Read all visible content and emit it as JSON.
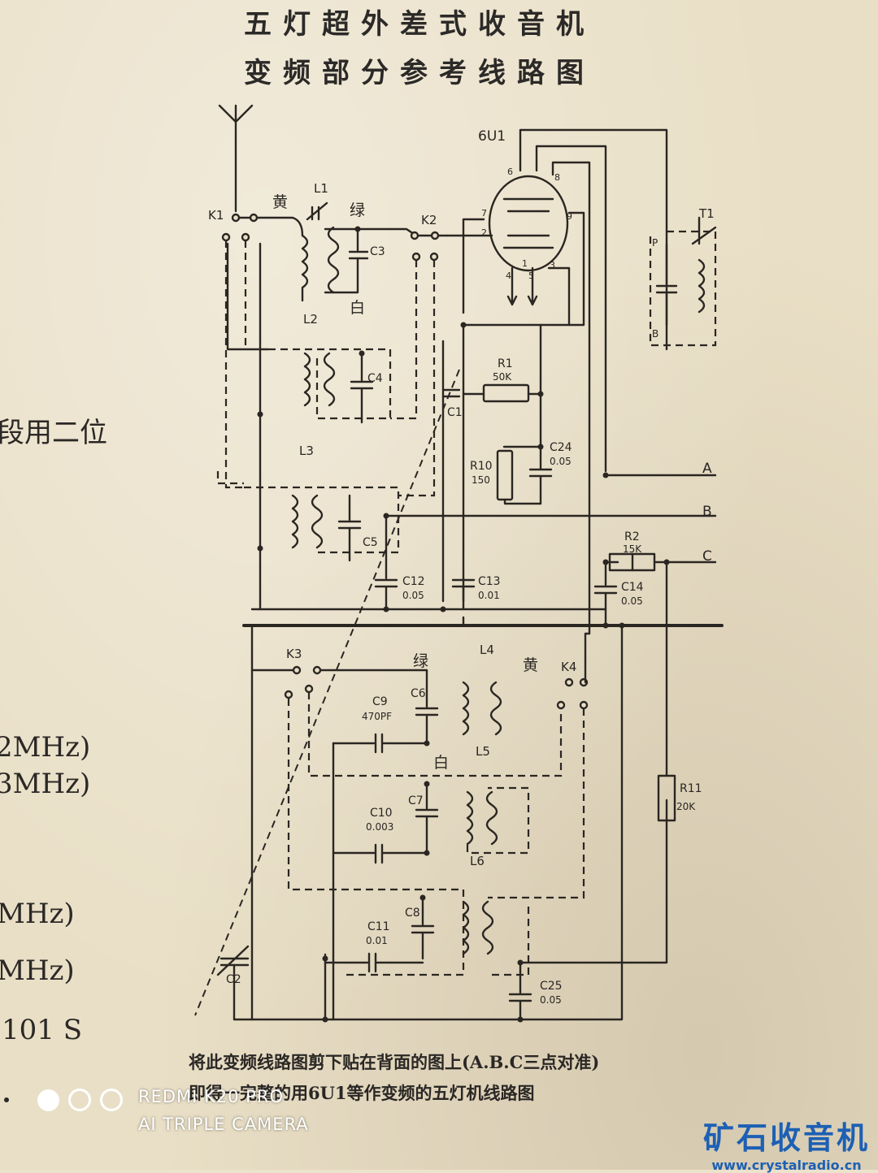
{
  "title": [
    "五灯超外差式收音机",
    "变频部分参考线路图"
  ],
  "margin_fragments": [
    "段用二位",
    "2MHz)",
    "3MHz)",
    "MHz)",
    "MHz)",
    "101 S"
  ],
  "components": {
    "tube": "6U1",
    "switches": [
      "K1",
      "K2",
      "K3",
      "K4"
    ],
    "transformer": "T1",
    "coils": [
      "L1",
      "L2",
      "L3",
      "L4",
      "L5",
      "L6"
    ],
    "caps": {
      "C1": "C1",
      "C2": "C2",
      "C3": "C3",
      "C4": "C4",
      "C5": "C5",
      "C6": "C6",
      "C7": "C7",
      "C8": "C8",
      "C9": "C9",
      "C9v": "470PF",
      "C10": "C10",
      "C10v": "0.003",
      "C11": "C11",
      "C11v": "0.01",
      "C12": "C12",
      "C12v": "0.05",
      "C13": "C13",
      "C13v": "0.01",
      "C14": "C14",
      "C14v": "0.05",
      "C24": "C24",
      "C24v": "0.05",
      "C25": "C25",
      "C25v": "0.05"
    },
    "resistors": {
      "R1": "R1",
      "R1v": "50K",
      "R2": "R2",
      "R2v": "15K",
      "R10": "R10",
      "R10v": "150",
      "R11": "R11",
      "R11v": "20K"
    },
    "wire_colors": [
      "黄",
      "绿",
      "白",
      "绿",
      "黄",
      "白"
    ],
    "terminals": [
      "A",
      "B",
      "C"
    ],
    "pins": [
      "6",
      "8",
      "7",
      "9",
      "2",
      "1",
      "4",
      "5",
      "3"
    ],
    "t1_pins": [
      "P",
      "B"
    ]
  },
  "notes": [
    "将此变频线路图剪下贴在背面的图上(A.B.C三点对准)",
    "即得一完整的用6U1等作变频的五灯机线路图"
  ],
  "watermark": [
    "REDMI K20 PRO",
    "AI TRIPLE CAMERA"
  ],
  "site_logo": {
    "name": "矿石收音机",
    "url": "www.crystalradio.cn"
  },
  "colors": {
    "paper": "#e9dfc6",
    "ink": "#2a2622",
    "watermark": "#ffffff",
    "logo": "#1d60b4"
  }
}
